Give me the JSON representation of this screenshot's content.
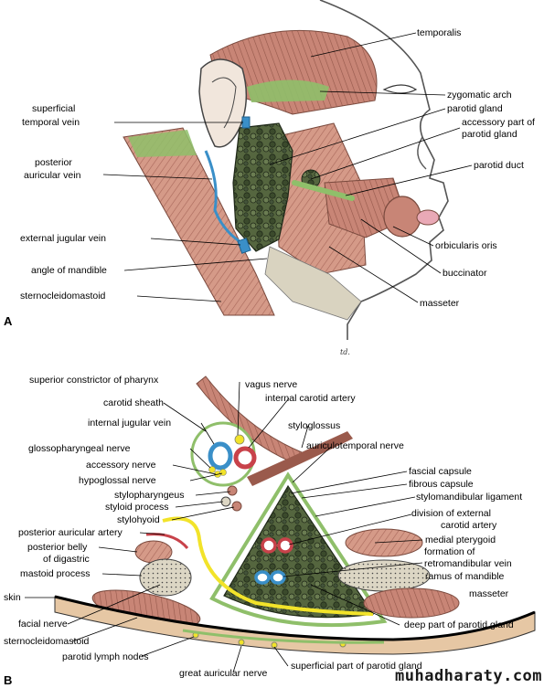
{
  "panel_a": {
    "letter": "A",
    "labels": {
      "temporalis": "temporalis",
      "zygomatic_arch": "zygomatic arch",
      "parotid_gland": "parotid gland",
      "accessory_part_1": "accessory part of",
      "accessory_part_2": "parotid gland",
      "parotid_duct": "parotid duct",
      "superficial_temporal_vein_1": "superficial",
      "superficial_temporal_vein_2": "temporal vein",
      "posterior_auricular_vein_1": "posterior",
      "posterior_auricular_vein_2": "auricular vein",
      "external_jugular_vein": "external jugular vein",
      "angle_of_mandible": "angle of mandible",
      "sternocleidomastoid": "sternocleidomastoid",
      "orbicularis_oris": "orbicularis oris",
      "buccinator": "buccinator",
      "masseter": "masseter"
    },
    "signature": "td."
  },
  "panel_b": {
    "letter": "B",
    "labels": {
      "superior_constrictor": "superior constrictor of pharynx",
      "vagus_nerve": "vagus nerve",
      "internal_carotid_artery": "internal carotid artery",
      "carotid_sheath": "carotid sheath",
      "internal_jugular_vein": "internal jugular vein",
      "styloglossus": "styloglossus",
      "glossopharyngeal_nerve": "glossopharyngeal nerve",
      "auriculotemporal_nerve": "auriculotemporal nerve",
      "accessory_nerve": "accessory nerve",
      "hypoglossal_nerve": "hypoglossal nerve",
      "fascial_capsule": "fascial capsule",
      "fibrous_capsule": "fibrous capsule",
      "stylopharyngeus": "stylopharyngeus",
      "stylomandibular_ligament": "stylomandibular ligament",
      "styloid_process": "styloid process",
      "division_ext_carotid_1": "division of external",
      "division_ext_carotid_2": "carotid artery",
      "stylohyoid": "stylohyoid",
      "posterior_auricular_artery": "posterior auricular artery",
      "medial_pterygoid": "medial pterygoid",
      "posterior_belly_1": "posterior belly",
      "posterior_belly_2": "of digastric",
      "formation_retromandibular_1": "formation of",
      "formation_retromandibular_2": "retromandibular vein",
      "mastoid_process": "mastoid process",
      "ramus_of_mandible": "ramus of mandible",
      "skin": "skin",
      "masseter": "masseter",
      "facial_nerve": "facial nerve",
      "deep_part": "deep part of parotid gland",
      "sternocleidomastoid": "sternocleidomastoid",
      "parotid_lymph_nodes": "parotid lymph nodes",
      "superficial_part": "superficial part of parotid gland",
      "great_auricular_nerve": "great auricular nerve"
    }
  },
  "watermark": "muhadharaty.com",
  "colors": {
    "muscle": "#c98a7a",
    "muscle_dark": "#9a5a4c",
    "gland": "#4a5a3a",
    "gland_dark": "#2b3522",
    "fascia_green": "#8fbf6a",
    "vein_blue": "#3a8fc8",
    "artery_red": "#c8424a",
    "nerve_yellow": "#f2e32a",
    "bone": "#d9d3c0",
    "skin_line": "#555555"
  }
}
